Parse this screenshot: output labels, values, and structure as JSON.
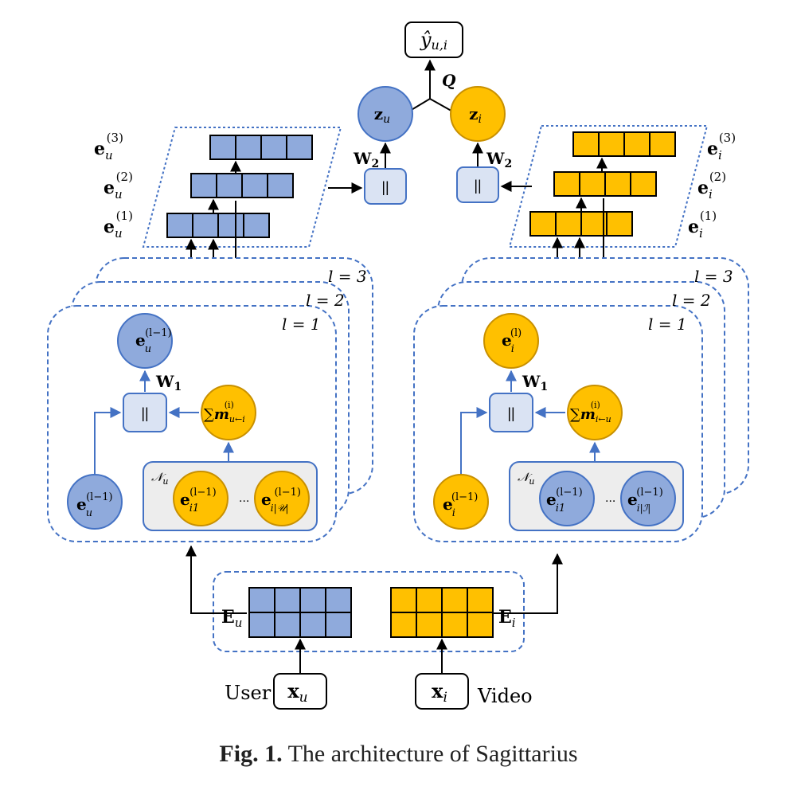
{
  "caption": {
    "label": "Fig. 1.",
    "text": "The architecture of Sagittarius"
  },
  "colors": {
    "user_blue": "#8FAADC",
    "item_gold": "#FFC000",
    "concat_fill": "#DAE3F3",
    "frame_blue": "#4472C4",
    "neighbor_box": "#EDEDED",
    "edge": "#000000"
  },
  "output": {
    "label": "ŷ",
    "sub": "u,i"
  },
  "head": {
    "q_label": "Q",
    "zu_label": "z",
    "zu_sub": "u",
    "zi_label": "z",
    "zi_sub": "i"
  },
  "concat_symbol": "||",
  "weights": {
    "w2_left": "W",
    "w2_left_sub": "2",
    "w2_right": "W",
    "w2_right_sub": "2",
    "w1_left": "W",
    "w1_left_sub": "1",
    "w1_right": "W",
    "w1_right_sub": "1"
  },
  "user_layer_labels": [
    {
      "base": "e",
      "sub": "u",
      "sup": "(3)"
    },
    {
      "base": "e",
      "sub": "u",
      "sup": "(2)"
    },
    {
      "base": "e",
      "sub": "u",
      "sup": "(1)"
    }
  ],
  "item_layer_labels": [
    {
      "base": "e",
      "sub": "i",
      "sup": "(3)"
    },
    {
      "base": "e",
      "sub": "i",
      "sup": "(2)"
    },
    {
      "base": "e",
      "sub": "i",
      "sup": "(1)"
    }
  ],
  "layers": [
    "l = 3",
    "l = 2",
    "l = 1"
  ],
  "user_gnn": {
    "output_node": {
      "base": "e",
      "sub": "u",
      "sup": "(l−1)"
    },
    "input_node": {
      "base": "e",
      "sub": "u",
      "sup": "(l−1)"
    },
    "message": {
      "base": "m",
      "sub": "u←i",
      "sup": "(i)",
      "prefix": "∑"
    },
    "neighborhood_label": {
      "base": "𝒩",
      "sub": "u"
    },
    "neighbor_first": {
      "base": "e",
      "sub": "i1",
      "sup": "(l−1)"
    },
    "neighbor_last": {
      "base": "e",
      "sub": "i|𝒰|",
      "sup": "(l−1)"
    },
    "ellipsis": "···"
  },
  "item_gnn": {
    "output_node": {
      "base": "e",
      "sub": "i",
      "sup": "(l)"
    },
    "input_node": {
      "base": "e",
      "sub": "i",
      "sup": "(l−1)"
    },
    "message": {
      "base": "m",
      "sub": "i←u",
      "sup": "(i)",
      "prefix": "∑"
    },
    "neighborhood_label": {
      "base": "𝒩",
      "sub": "u"
    },
    "neighbor_first": {
      "base": "e",
      "sub": "i1",
      "sup": "(l−1)"
    },
    "neighbor_last": {
      "base": "e",
      "sub": "i|ℐ|",
      "sup": "(l−1)"
    },
    "ellipsis": "···"
  },
  "embeddings": {
    "user_label": "E",
    "user_sub": "u",
    "item_label": "E",
    "item_sub": "i"
  },
  "inputs": {
    "user_text": "User",
    "user_var": "x",
    "user_sub": "u",
    "item_text": "Video",
    "item_var": "x",
    "item_sub": "i"
  }
}
